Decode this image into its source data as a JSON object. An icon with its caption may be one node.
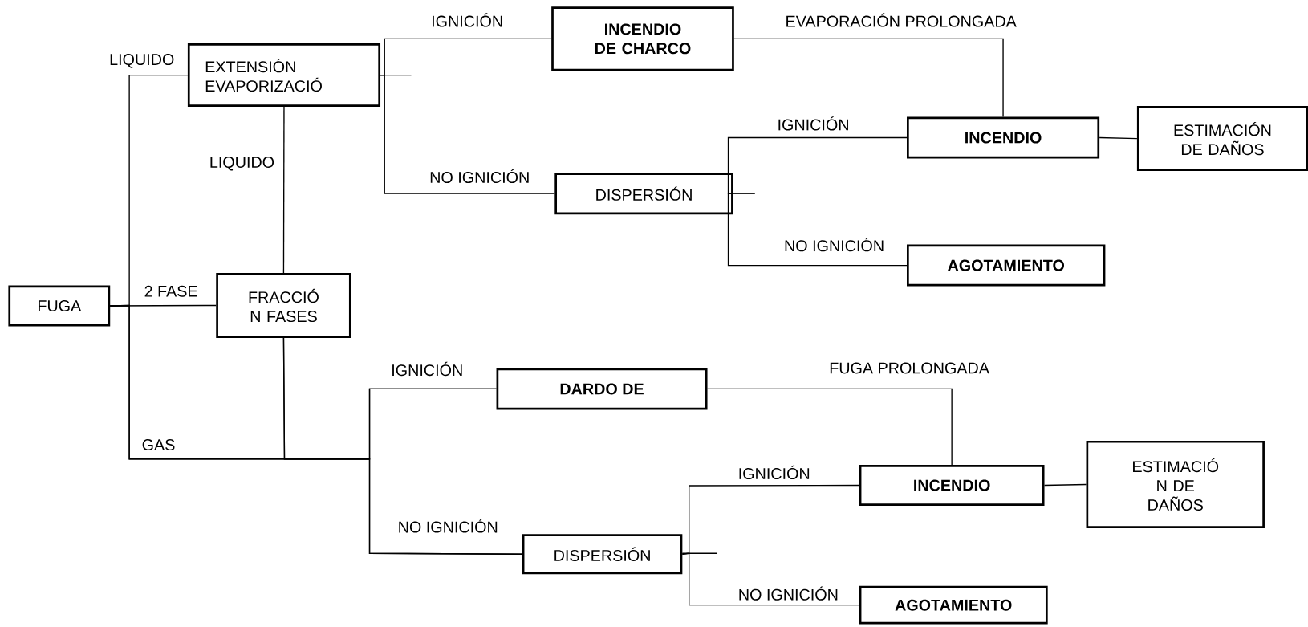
{
  "diagram": {
    "nodes": [
      {
        "text": [
          "FUGA"
        ]
      },
      {
        "text": [
          "EXTENSIÓN EVAPORIZACIÓ"
        ]
      },
      {
        "text": [
          "FRACCIÓ N FASES"
        ]
      },
      {
        "text": [
          "INCENDIO DE CHARCO"
        ]
      },
      {
        "text": [
          "DISPERSIÓN"
        ]
      },
      {
        "text": [
          "INCENDIO"
        ]
      },
      {
        "text": [
          "ESTIMACIÓN DE DAÑOS"
        ]
      },
      {
        "text": [
          "AGOTAMIENTO"
        ]
      },
      {
        "text": [
          "DARDO DE"
        ]
      },
      {
        "text": [
          "DISPERSIÓN"
        ]
      },
      {
        "text": [
          "INCENDIO"
        ]
      },
      {
        "text": [
          "ESTIMACIÓ N DE DAÑOS"
        ]
      },
      {
        "text": [
          "AGOTAMIENTO"
        ]
      }
    ],
    "edges": [
      {
        "from": 0,
        "to": 1,
        "arrow": "none",
        "label": "LIQUIDO"
      },
      {
        "from": 0,
        "to": 2,
        "arrow": "none",
        "label": "2 FASE"
      },
      {
        "from": 0,
        "to": 8,
        "arrow": "none",
        "label": "GAS"
      },
      {
        "from": 0,
        "to": 9,
        "arrow": "none"
      },
      {
        "from": 2,
        "to": 1,
        "arrow": "none",
        "label": "LIQUIDO"
      },
      {
        "from": 2,
        "to": 8,
        "arrow": "none",
        "label": "IGNICIÓN"
      },
      {
        "from": 2,
        "to": 9,
        "arrow": "none",
        "label": "NO IGNICIÓN"
      },
      {
        "from": 1,
        "to": 3,
        "arrow": "none",
        "label": "IGNICIÓN"
      },
      {
        "from": 1,
        "to": 4,
        "arrow": "none",
        "label": "NO IGNICIÓN"
      },
      {
        "from": 3,
        "to": 5,
        "arrow": "none",
        "label": "EVAPORACIÓN PROLONGADA"
      },
      {
        "from": 4,
        "to": 5,
        "arrow": "none",
        "label": "IGNICIÓN"
      },
      {
        "from": 4,
        "to": 7,
        "arrow": "none",
        "label": "NO IGNICIÓN"
      },
      {
        "from": 5,
        "to": 6,
        "arrow": "none"
      },
      {
        "from": 8,
        "to": 10,
        "arrow": "none",
        "label": "FUGA PROLONGADA"
      },
      {
        "from": 9,
        "to": 10,
        "arrow": "none",
        "label": "IGNICIÓN"
      },
      {
        "from": 9,
        "to": 12,
        "arrow": "none",
        "label": "NO IGNICIÓN"
      },
      {
        "from": 10,
        "to": 11,
        "arrow": "none"
      }
    ]
  }
}
